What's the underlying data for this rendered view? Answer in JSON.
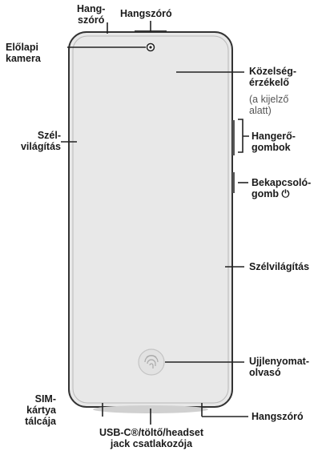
{
  "labels": {
    "speaker_top_left": [
      "Hang-",
      "szóró"
    ],
    "speaker_top": "Hangszóró",
    "front_camera": [
      "Előlapi",
      "kamera"
    ],
    "proximity": [
      "Közelség-",
      "érzékelő"
    ],
    "proximity_note": [
      "(a kijelző",
      "alatt)"
    ],
    "edge_light_left": [
      "Szél-",
      "világítás"
    ],
    "volume": [
      "Hangerő-",
      "gombok"
    ],
    "power": [
      "Bekapcsoló-",
      "gomb ⏻"
    ],
    "edge_light_right": "Szélvilágítás",
    "fingerprint": [
      "Ujjlenyomat-",
      "olvasó"
    ],
    "sim": [
      "SIM-",
      "kártya",
      "tálcája"
    ],
    "usb": [
      "USB-C®/töltő/headset",
      "jack csatlakozója"
    ],
    "speaker_bottom": "Hangszóró"
  },
  "colors": {
    "phone_fill": "#e8e8e8",
    "phone_stroke": "#333333",
    "line": "#222222"
  },
  "icons": {
    "fingerprint": "fingerprint-icon",
    "camera": "camera-icon"
  }
}
